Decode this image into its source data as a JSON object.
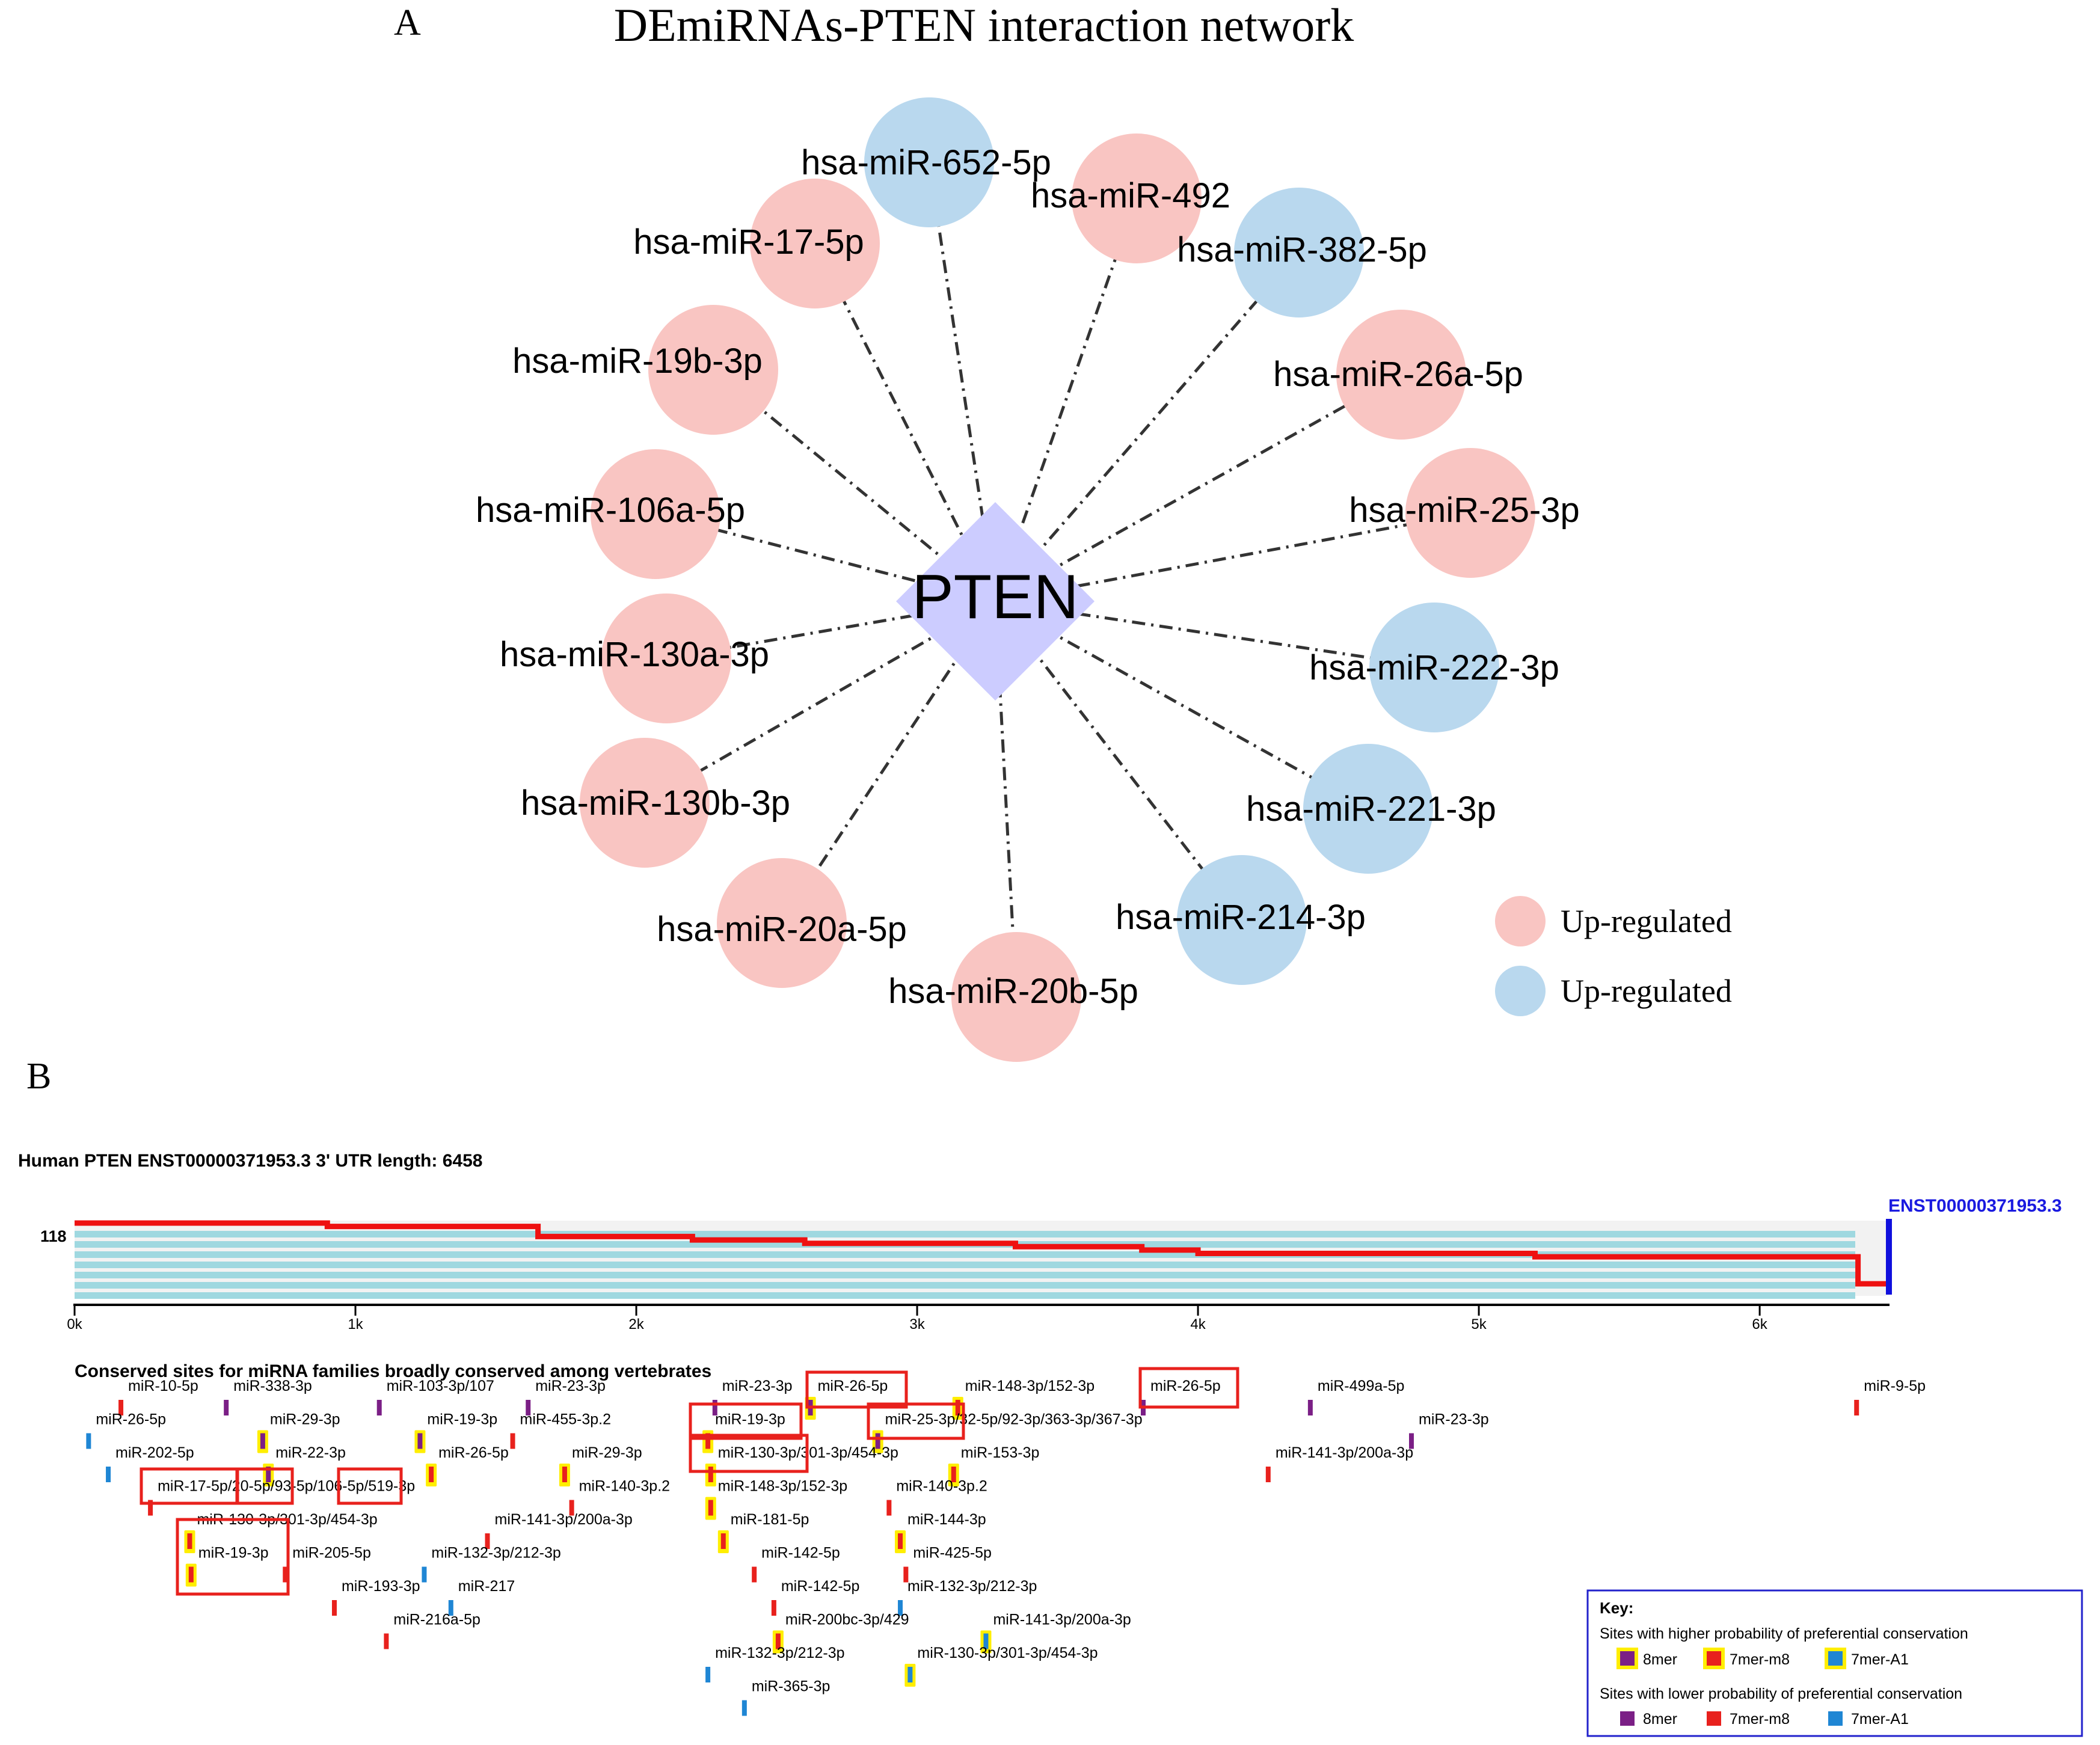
{
  "panelA": {
    "letter": "A",
    "title": "DEmiRNAs-PTEN interaction network",
    "hub": {
      "label": "PTEN",
      "color": "#ccccff"
    },
    "colors": {
      "up": "#f9c5c2",
      "down": "#b9d8ee",
      "edge": "#333333"
    },
    "nodes": [
      {
        "label": "hsa-miR-652-5p",
        "regulation": "down"
      },
      {
        "label": "hsa-miR-492",
        "regulation": "up"
      },
      {
        "label": "hsa-miR-382-5p",
        "regulation": "down"
      },
      {
        "label": "hsa-miR-26a-5p",
        "regulation": "up"
      },
      {
        "label": "hsa-miR-25-3p",
        "regulation": "up"
      },
      {
        "label": "hsa-miR-222-3p",
        "regulation": "down"
      },
      {
        "label": "hsa-miR-221-3p",
        "regulation": "down"
      },
      {
        "label": "hsa-miR-214-3p",
        "regulation": "down"
      },
      {
        "label": "hsa-miR-20b-5p",
        "regulation": "up"
      },
      {
        "label": "hsa-miR-20a-5p",
        "regulation": "up"
      },
      {
        "label": "hsa-miR-130b-3p",
        "regulation": "up"
      },
      {
        "label": "hsa-miR-130a-3p",
        "regulation": "up"
      },
      {
        "label": "hsa-miR-106a-5p",
        "regulation": "up"
      },
      {
        "label": "hsa-miR-19b-3p",
        "regulation": "up"
      },
      {
        "label": "hsa-miR-17-5p",
        "regulation": "up"
      }
    ],
    "legend": [
      {
        "label": "Up-regulated",
        "regulation": "up"
      },
      {
        "label": "Up-regulated",
        "regulation": "down"
      }
    ]
  },
  "panelB": {
    "letter": "B",
    "title": "Human PTEN ENST00000371953.3 3' UTR length: 6458",
    "transcript": "ENST00000371953.3",
    "y_label": "118",
    "utr_length": 6458,
    "axis_ticks": [
      "0k",
      "1k",
      "2k",
      "3k",
      "4k",
      "5k",
      "6k"
    ],
    "conservation_steps": [
      [
        0,
        118
      ],
      [
        900,
        116
      ],
      [
        1650,
        110
      ],
      [
        2200,
        108
      ],
      [
        2600,
        106
      ],
      [
        3350,
        104
      ],
      [
        3800,
        102
      ],
      [
        4000,
        100
      ],
      [
        5200,
        98
      ],
      [
        6350,
        82
      ],
      [
        6458,
        82
      ]
    ],
    "subtitle": "Conserved sites for miRNA families broadly conserved among vertebrates",
    "sites": [
      {
        "label": "miR-10-5p",
        "pos": 165,
        "type": "7mer-m8",
        "prob": "low",
        "row": 0
      },
      {
        "label": "miR-338-3p",
        "pos": 540,
        "type": "8mer",
        "prob": "low",
        "row": 0
      },
      {
        "label": "miR-103-3p/107",
        "pos": 1085,
        "type": "8mer",
        "prob": "low",
        "row": 0
      },
      {
        "label": "miR-23-3p",
        "pos": 1615,
        "type": "8mer",
        "prob": "low",
        "row": 0
      },
      {
        "label": "miR-23-3p",
        "pos": 2280,
        "type": "8mer",
        "prob": "low",
        "row": 0
      },
      {
        "label": "miR-26-5p",
        "pos": 2620,
        "type": "8mer",
        "prob": "high",
        "row": 0
      },
      {
        "label": "miR-148-3p/152-3p",
        "pos": 3145,
        "type": "7mer-m8",
        "prob": "high",
        "row": 0
      },
      {
        "label": "miR-26-5p",
        "pos": 3805,
        "type": "8mer",
        "prob": "low",
        "row": 0
      },
      {
        "label": "miR-499a-5p",
        "pos": 4400,
        "type": "8mer",
        "prob": "low",
        "row": 0
      },
      {
        "label": "miR-9-5p",
        "pos": 6345,
        "type": "7mer-m8",
        "prob": "low",
        "row": 0
      },
      {
        "label": "miR-26-5p",
        "pos": 50,
        "type": "7mer-A1",
        "prob": "low",
        "row": 1
      },
      {
        "label": "miR-29-3p",
        "pos": 670,
        "type": "8mer",
        "prob": "high",
        "row": 1
      },
      {
        "label": "miR-19-3p",
        "pos": 1230,
        "type": "8mer",
        "prob": "high",
        "row": 1
      },
      {
        "label": "miR-455-3p.2",
        "pos": 1560,
        "type": "7mer-m8",
        "prob": "low",
        "row": 1
      },
      {
        "label": "miR-19-3p",
        "pos": 2255,
        "type": "7mer-m8",
        "prob": "high",
        "row": 1
      },
      {
        "label": "miR-25-3p/32-5p/92-3p/363-3p/367-3p",
        "pos": 2860,
        "type": "8mer",
        "prob": "high",
        "row": 1
      },
      {
        "label": "miR-23-3p",
        "pos": 4760,
        "type": "8mer",
        "prob": "low",
        "row": 1
      },
      {
        "label": "miR-202-5p",
        "pos": 120,
        "type": "7mer-A1",
        "prob": "low",
        "row": 2
      },
      {
        "label": "miR-22-3p",
        "pos": 690,
        "type": "8mer",
        "prob": "high",
        "row": 2
      },
      {
        "label": "miR-26-5p",
        "pos": 1270,
        "type": "7mer-m8",
        "prob": "high",
        "row": 2
      },
      {
        "label": "miR-29-3p",
        "pos": 1745,
        "type": "7mer-m8",
        "prob": "high",
        "row": 2
      },
      {
        "label": "miR-130-3p/301-3p/454-3p",
        "pos": 2265,
        "type": "7mer-m8",
        "prob": "high",
        "row": 2
      },
      {
        "label": "miR-153-3p",
        "pos": 3130,
        "type": "7mer-m8",
        "prob": "high",
        "row": 2
      },
      {
        "label": "miR-141-3p/200a-3p",
        "pos": 4250,
        "type": "7mer-m8",
        "prob": "low",
        "row": 2
      },
      {
        "label": "miR-17-5p/20-5p/93-5p/106-5p/519-3p",
        "pos": 270,
        "type": "7mer-m8",
        "prob": "low",
        "row": 3
      },
      {
        "label": "miR-140-3p.2",
        "pos": 1770,
        "type": "7mer-m8",
        "prob": "low",
        "row": 3
      },
      {
        "label": "miR-148-3p/152-3p",
        "pos": 2265,
        "type": "7mer-m8",
        "prob": "high",
        "row": 3
      },
      {
        "label": "miR-140-3p.2",
        "pos": 2900,
        "type": "7mer-m8",
        "prob": "low",
        "row": 3
      },
      {
        "label": "miR-130-3p/301-3p/454-3p",
        "pos": 410,
        "type": "7mer-m8",
        "prob": "high",
        "row": 4
      },
      {
        "label": "miR-141-3p/200a-3p",
        "pos": 1470,
        "type": "7mer-m8",
        "prob": "low",
        "row": 4
      },
      {
        "label": "miR-181-5p",
        "pos": 2310,
        "type": "7mer-m8",
        "prob": "high",
        "row": 4
      },
      {
        "label": "miR-144-3p",
        "pos": 2940,
        "type": "7mer-m8",
        "prob": "high",
        "row": 4
      },
      {
        "label": "miR-19-3p",
        "pos": 415,
        "type": "7mer-m8",
        "prob": "high",
        "row": 5
      },
      {
        "label": "miR-205-5p",
        "pos": 750,
        "type": "7mer-m8",
        "prob": "low",
        "row": 5
      },
      {
        "label": "miR-132-3p/212-3p",
        "pos": 1245,
        "type": "7mer-A1",
        "prob": "low",
        "row": 5
      },
      {
        "label": "miR-142-5p",
        "pos": 2420,
        "type": "7mer-m8",
        "prob": "low",
        "row": 5
      },
      {
        "label": "miR-425-5p",
        "pos": 2960,
        "type": "7mer-m8",
        "prob": "low",
        "row": 5
      },
      {
        "label": "miR-193-3p",
        "pos": 925,
        "type": "7mer-m8",
        "prob": "low",
        "row": 6
      },
      {
        "label": "miR-217",
        "pos": 1340,
        "type": "7mer-A1",
        "prob": "low",
        "row": 6
      },
      {
        "label": "miR-142-5p",
        "pos": 2490,
        "type": "7mer-m8",
        "prob": "low",
        "row": 6
      },
      {
        "label": "miR-132-3p/212-3p",
        "pos": 2940,
        "type": "7mer-A1",
        "prob": "low",
        "row": 6
      },
      {
        "label": "miR-216a-5p",
        "pos": 1110,
        "type": "7mer-m8",
        "prob": "low",
        "row": 7
      },
      {
        "label": "miR-200bc-3p/429",
        "pos": 2505,
        "type": "7mer-m8",
        "prob": "high",
        "row": 7
      },
      {
        "label": "miR-141-3p/200a-3p",
        "pos": 3245,
        "type": "7mer-A1",
        "prob": "high",
        "row": 7
      },
      {
        "label": "miR-132-3p/212-3p",
        "pos": 2255,
        "type": "7mer-A1",
        "prob": "low",
        "row": 8
      },
      {
        "label": "miR-130-3p/301-3p/454-3p",
        "pos": 2975,
        "type": "7mer-A1",
        "prob": "high",
        "row": 8
      },
      {
        "label": "miR-365-3p",
        "pos": 2385,
        "type": "7mer-A1",
        "prob": "low",
        "row": 9
      }
    ],
    "type_colors": {
      "8mer": "#7b1f86",
      "7mer-m8": "#e8211d",
      "7mer-A1": "#1f86d4"
    },
    "highlight_color": "#ffee00",
    "box_color": "#e8211d",
    "key": {
      "title": "Key:",
      "high_title": "Sites with higher probability of preferential conservation",
      "low_title": "Sites with lower probability of preferential conservation",
      "types": [
        "8mer",
        "7mer-m8",
        "7mer-A1"
      ]
    }
  }
}
